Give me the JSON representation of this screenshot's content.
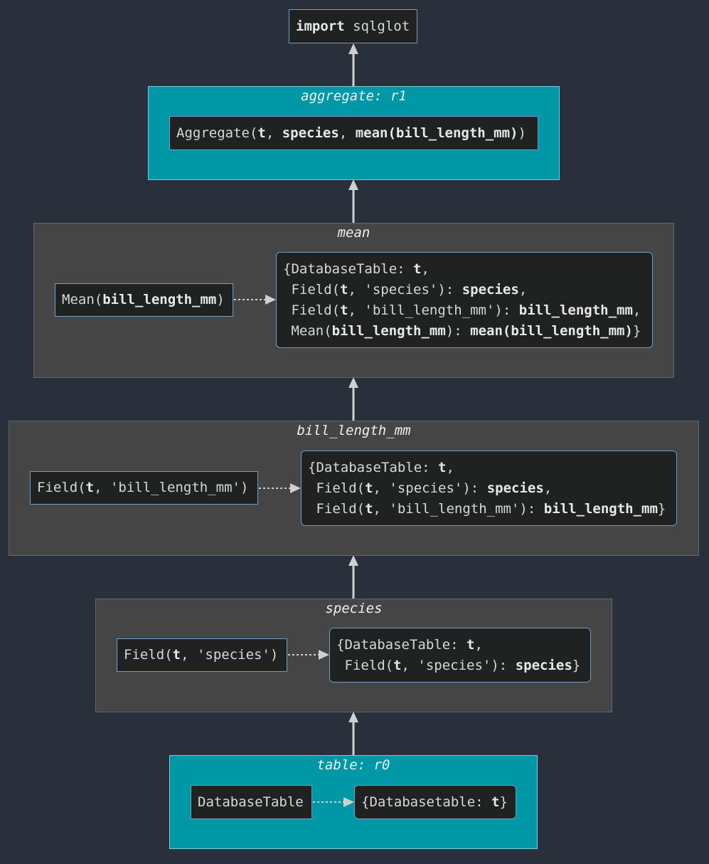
{
  "top_node": {
    "keyword": "import",
    "module": " sqlglot"
  },
  "clusters": {
    "aggregate": {
      "title": "aggregate: r1",
      "node": [
        "Aggregate(",
        "t",
        ", ",
        "species",
        ", ",
        "mean(bill_length_mm)",
        ")"
      ]
    },
    "mean": {
      "title": "mean",
      "left": [
        "Mean(",
        "bill_length_mm",
        ")"
      ],
      "right": [
        [
          "{DatabaseTable: ",
          "t",
          ","
        ],
        [
          " Field(",
          "t",
          ", 'species'): ",
          "species",
          ","
        ],
        [
          " Field(",
          "t",
          ", 'bill_length_mm'): ",
          "bill_length_mm",
          ","
        ],
        [
          " Mean(",
          "bill_length_mm",
          "): ",
          "mean(bill_length_mm)",
          "}"
        ]
      ]
    },
    "bill_length_mm": {
      "title": "bill_length_mm",
      "left": [
        "Field(",
        "t",
        ", 'bill_length_mm')"
      ],
      "right": [
        [
          "{DatabaseTable: ",
          "t",
          ","
        ],
        [
          " Field(",
          "t",
          ", 'species'): ",
          "species",
          ","
        ],
        [
          " Field(",
          "t",
          ", 'bill_length_mm'): ",
          "bill_length_mm",
          "}"
        ]
      ]
    },
    "species": {
      "title": "species",
      "left": [
        "Field(",
        "t",
        ", 'species')"
      ],
      "right": [
        [
          "{DatabaseTable: ",
          "t",
          ","
        ],
        [
          " Field(",
          "t",
          ", 'species'): ",
          "species",
          "}"
        ]
      ]
    },
    "table": {
      "title": "table: r0",
      "left": [
        "DatabaseTable"
      ],
      "right": [
        [
          "{Databasetable: ",
          "t",
          "}"
        ]
      ]
    }
  },
  "colors": {
    "background": "#2a2f3c",
    "teal_cluster": "#0097a7",
    "grey_cluster": "#454545",
    "node_fill": "#202222",
    "node_border": "#6f9ec6",
    "edge": "#d0d0d0"
  }
}
